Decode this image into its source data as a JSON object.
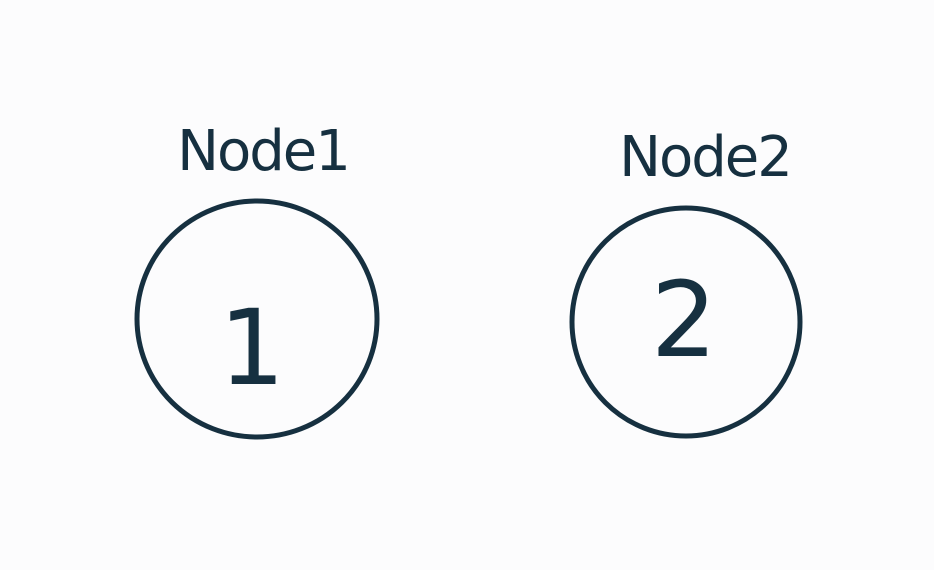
{
  "diagram": {
    "colors": {
      "background": "#fcfcfd",
      "ink": "#163040"
    },
    "nodes": [
      {
        "label": "Node1",
        "number": "1"
      },
      {
        "label": "Node2",
        "number": "2"
      }
    ]
  }
}
